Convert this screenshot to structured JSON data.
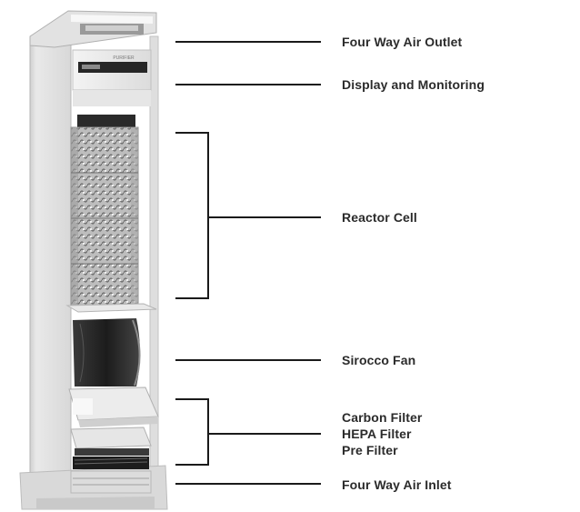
{
  "diagram": {
    "labels": {
      "outlet": "Four Way Air Outlet",
      "display": "Display and Monitoring",
      "reactor": "Reactor Cell",
      "fan": "Sirocco Fan",
      "carbon": "Carbon Filter",
      "hepa": "HEPA Filter",
      "pre": "Pre Filter",
      "inlet": "Four Way Air Inlet"
    },
    "device_logo_text": "PURIFIER"
  }
}
